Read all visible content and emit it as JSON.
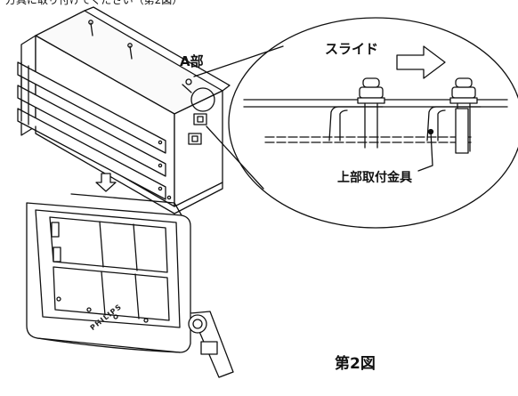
{
  "captions": {
    "top_caption": "方具に取り付けてください（第2図）",
    "part_a": "A部",
    "slide": "スライド",
    "upper_bracket": "上部取付金具",
    "figure": "第2図"
  },
  "brand": {
    "logo": "PHILIPS"
  },
  "colors": {
    "line": "#111111",
    "background": "#ffffff"
  }
}
